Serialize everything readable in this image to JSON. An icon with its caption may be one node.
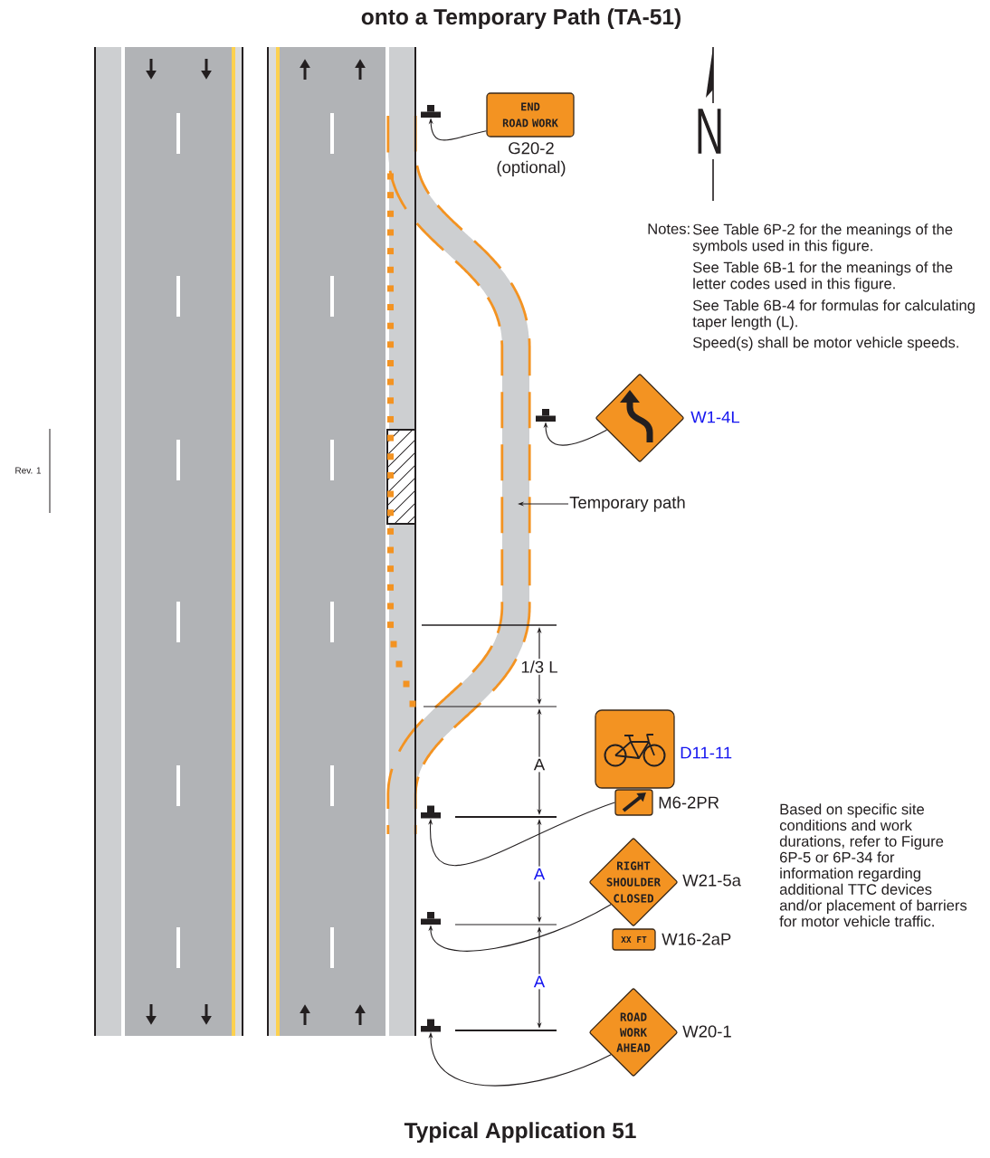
{
  "diagram": {
    "title": "onto a Temporary Path (TA-51)",
    "caption": "Typical Application 51",
    "nodes": [
      {
        "text": [
          "END ROAD WORK"
        ],
        "beside": [
          "G20-2 (optional)"
        ]
      },
      {
        "text": [],
        "shape": "post"
      },
      {
        "text": [],
        "shape": "diamond",
        "beside": [
          "W1-4L"
        ]
      },
      {
        "text": [],
        "shape": "post"
      },
      {
        "text": [
          "Temporary path"
        ]
      },
      {
        "text": [],
        "shape": "box",
        "beside": [
          "D11-11"
        ]
      },
      {
        "text": [],
        "shape": "box",
        "beside": [
          "M6-2PR"
        ]
      },
      {
        "text": [],
        "shape": "post"
      },
      {
        "text": [
          "RIGHT SHOULDER CLOSED"
        ],
        "beside": [
          "W21-5a"
        ]
      },
      {
        "text": [
          "XX FT"
        ],
        "beside": [
          "W16-2aP"
        ]
      },
      {
        "text": [],
        "shape": "post"
      },
      {
        "text": [
          "ROAD WORK AHEAD"
        ],
        "beside": [
          "W20-1"
        ]
      },
      {
        "text": [],
        "shape": "post"
      }
    ],
    "edges": [
      {
        "from": 0,
        "to": 1,
        "arrow": "to"
      },
      {
        "from": 2,
        "to": 3,
        "arrow": "to"
      },
      {
        "from": 4,
        "to": null,
        "arrow": "to"
      },
      {
        "from": 6,
        "to": 7,
        "arrow": "to"
      },
      {
        "from": 8,
        "to": 10,
        "arrow": "to"
      },
      {
        "from": 11,
        "to": 12,
        "arrow": "to"
      }
    ],
    "labels": [
      "N",
      "Notes:",
      "See Table 6P-2 for the meanings of the symbols used in this figure.",
      "See Table 6B-1 for the meanings of the letter codes used in this figure.",
      "See Table 6B-4 for formulas for calculating taper length (L).",
      "Speed(s) shall be motor vehicle speeds.",
      "Rev. 1",
      "1/3 L",
      "A",
      "Based on specific site conditions and work durations, refer to Figure 6P-5 or 6P-34 for information regarding additional TTC devices and/or placement of barriers for motor vehicle traffic.",
      "A",
      "A"
    ]
  }
}
